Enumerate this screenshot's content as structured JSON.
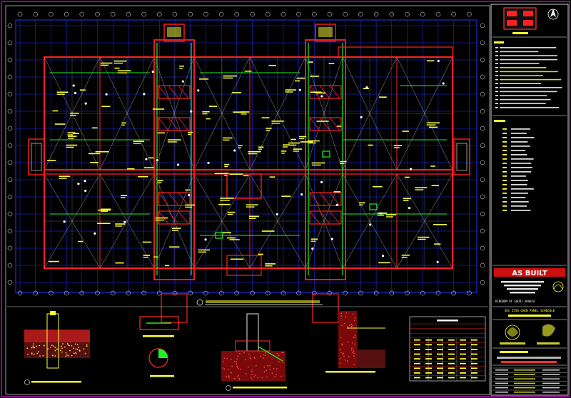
{
  "title_block": {
    "as_built_label": "AS BUILT",
    "sheet_title": "SEC 2550 CHEN PANEL SCHEDULE",
    "client_label": "KINGDOM OF SAUDI ARABIA"
  },
  "colors": {
    "background": "#000000",
    "wall": "#ff2020",
    "grid": "#2233ff",
    "annotation": "#ffff33",
    "pipe": "#22ee22",
    "text": "#ffffff",
    "border": "#ff00ff",
    "as_built_bg": "#cc1010"
  },
  "icons": [
    "north-arrow-icon",
    "logo-emblem-icon",
    "crest-icon"
  ]
}
